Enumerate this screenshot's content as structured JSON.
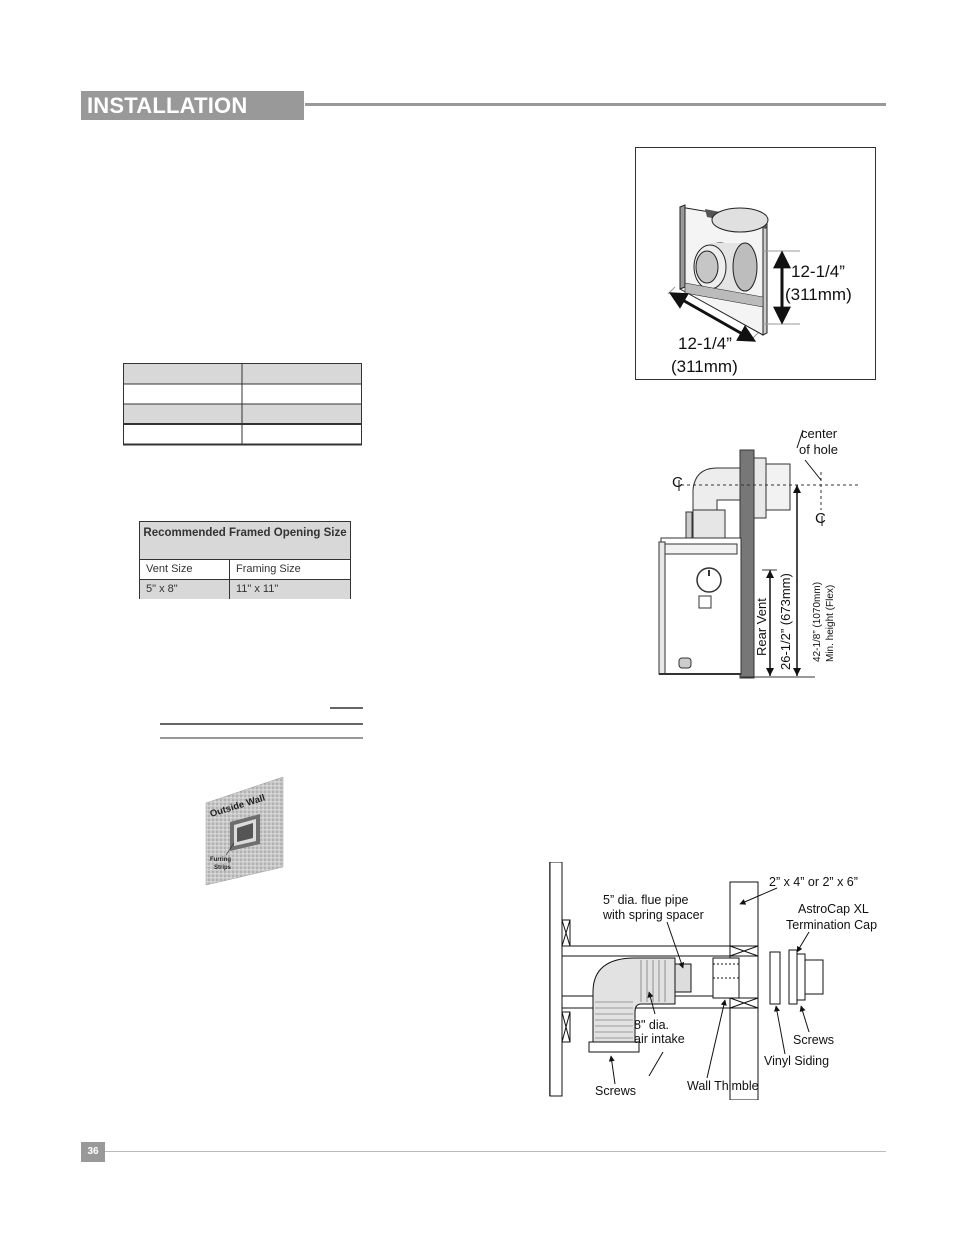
{
  "header": {
    "title": "INSTALLATION"
  },
  "footer": {
    "page_number": "36"
  },
  "framing_table": {
    "title": "Recommended Framed Opening Size",
    "columns": [
      "Vent Size",
      "Framing Size"
    ],
    "rows": [
      [
        "5\" x 8\"",
        "11\" x 11\""
      ]
    ]
  },
  "fig_cap": {
    "height_label_1": "12-1/4”",
    "height_label_2": "(311mm)",
    "width_label_1": "12-1/4”",
    "width_label_2": "(311mm)"
  },
  "fig_side": {
    "center_label_1": "center",
    "center_label_2": "of hole",
    "cl_symbol": "C",
    "rear_vent": "Rear Vent",
    "rear_dim": "26-1/2” (673mm)",
    "flex_dim_1": "42-1/8” (1070mm)",
    "flex_dim_2": "Min. height (Flex)"
  },
  "fig_wall": {
    "outside_wall": "Outside Wall",
    "furring_1": "Furring",
    "furring_2": "Strips"
  },
  "fig_vent": {
    "stud": "2” x 4” or 2” x 6”",
    "flue_1": "5” dia. flue pipe",
    "flue_2": "with spring spacer",
    "cap_1": "AstroCap XL",
    "cap_2": "Termination Cap",
    "intake_1": "8\" dia.",
    "intake_2": "air intake",
    "screws_right": "Screws",
    "vinyl": "Vinyl Siding",
    "thimble": "Wall Thimble",
    "screws_left": "Screws"
  },
  "colors": {
    "band": "#999999",
    "cell_gray": "#d8d8d8"
  }
}
